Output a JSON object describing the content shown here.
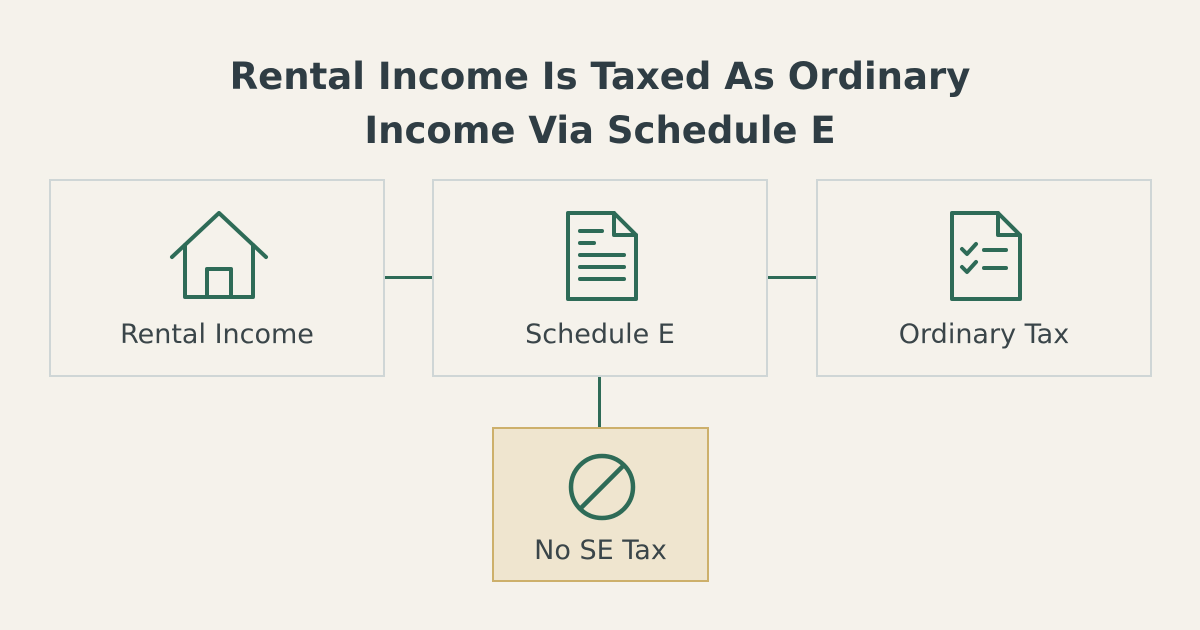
{
  "title": {
    "line1": "Rental Income Is Taxed As Ordinary",
    "line2": "Income Via Schedule E"
  },
  "nodes": {
    "rental_income": {
      "label": "Rental Income",
      "icon": "house-icon"
    },
    "schedule_e": {
      "label": "Schedule E",
      "icon": "document-icon"
    },
    "ordinary_tax": {
      "label": "Ordinary Tax",
      "icon": "checklist-document-icon"
    },
    "no_se_tax": {
      "label": "No SE Tax",
      "icon": "prohibited-icon"
    }
  },
  "edges": [
    {
      "from": "rental_income",
      "to": "schedule_e"
    },
    {
      "from": "schedule_e",
      "to": "ordinary_tax"
    },
    {
      "from": "schedule_e",
      "to": "no_se_tax"
    }
  ],
  "colors": {
    "background": "#f5f2eb",
    "accent_green": "#2e6b57",
    "box_border": "#cfd6d6",
    "highlight_fill": "#efe5cf",
    "highlight_border": "#cdb06b",
    "title_text": "#2f3d44"
  }
}
